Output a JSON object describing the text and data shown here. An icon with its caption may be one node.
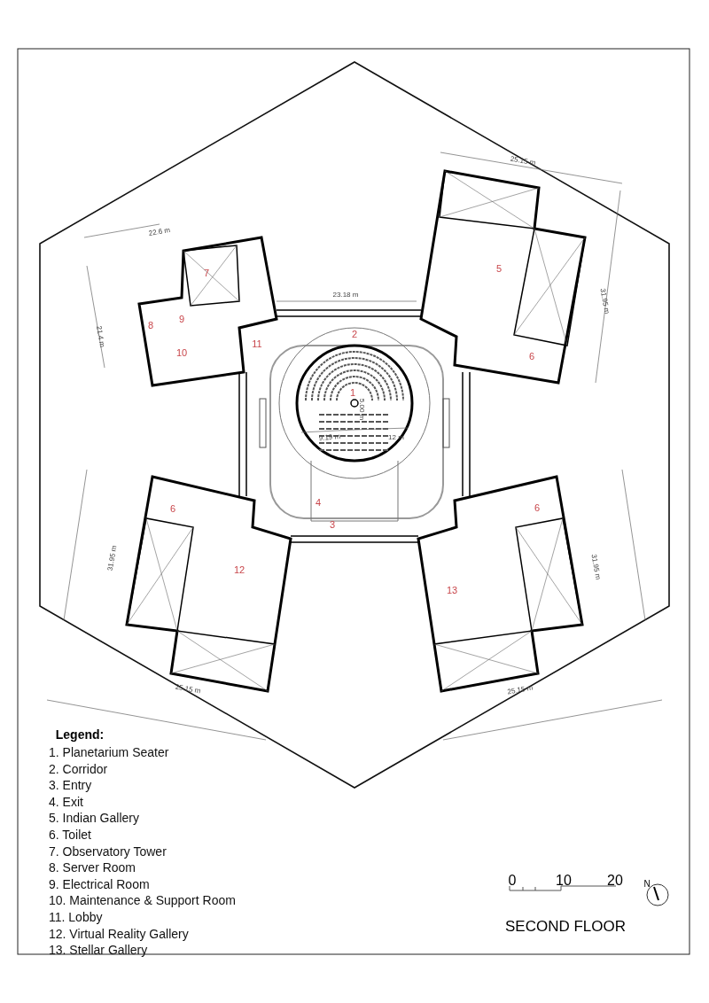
{
  "diagram": {
    "caption": "SECOND FLOOR",
    "labels": [
      "25.15 m",
      "22.6 m",
      "5",
      "7",
      "23.18 m",
      "31.95 m",
      "9",
      "8",
      "2",
      "21.4 m",
      "11",
      "10",
      "6",
      "1",
      "5.00 m",
      "9.19 m",
      "12 m",
      "4",
      "6",
      "6",
      "3",
      "31.95 m",
      "31.95 m",
      "12",
      "13",
      "25.15 m",
      "25.15 m",
      "Legend:",
      "0",
      "10",
      "20",
      "N"
    ],
    "legend": [
      {
        "text": "1. Planetarium Seater"
      },
      {
        "text": "2. Corridor"
      },
      {
        "text": "3. Entry"
      },
      {
        "text": "4. Exit"
      },
      {
        "text": "5. Indian Gallery"
      },
      {
        "text": "6. Toilet"
      },
      {
        "text": "7. Observatory Tower"
      },
      {
        "text": "8. Server Room"
      },
      {
        "text": "9. Electrical Room"
      },
      {
        "text": "10. Maintenance & Support Room"
      },
      {
        "text": "11. Lobby"
      },
      {
        "text": "12. Virtual Reality Gallery"
      },
      {
        "text": "13. Stellar Gallery"
      }
    ]
  }
}
